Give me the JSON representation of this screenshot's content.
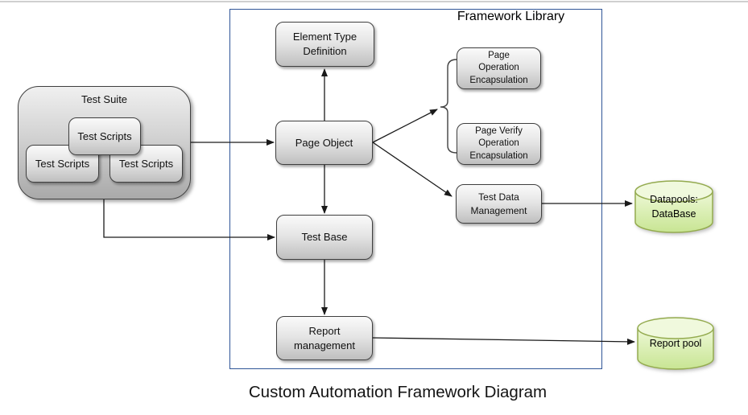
{
  "title": "Custom Automation Framework Diagram",
  "test_suite": {
    "label": "Test Suite",
    "scripts": [
      "Test Scripts",
      "Test Scripts",
      "Test Scripts"
    ]
  },
  "framework_library": {
    "label": "Framework Library",
    "nodes": {
      "element_type_definition": {
        "lines": [
          "Element Type",
          "Definition"
        ]
      },
      "page_object": {
        "label": "Page Object"
      },
      "test_base": {
        "label": "Test Base"
      },
      "report_management": {
        "lines": [
          "Report",
          "management"
        ]
      },
      "page_operation_encapsulation": {
        "lines": [
          "Page",
          "Operation",
          "Encapsulation"
        ]
      },
      "page_verify_operation_encapsulation": {
        "lines": [
          "Page Verify",
          "Operation",
          "Encapsulation"
        ]
      },
      "test_data_management": {
        "lines": [
          "Test Data",
          "Management"
        ]
      }
    }
  },
  "datastores": {
    "datapools": {
      "lines": [
        "Datapools:",
        "DataBase"
      ]
    },
    "report_pool": {
      "label": "Report pool"
    }
  },
  "connections": [
    {
      "from": "test-suite",
      "to": "page-object"
    },
    {
      "from": "test-suite",
      "to": "test-base"
    },
    {
      "from": "page-object",
      "to": "element-type-definition"
    },
    {
      "from": "page-object",
      "to": "test-base"
    },
    {
      "from": "page-object",
      "to": "page-operation-encapsulation"
    },
    {
      "from": "page-object",
      "to": "page-verify-operation-encapsulation"
    },
    {
      "from": "page-object",
      "to": "test-data-management"
    },
    {
      "from": "test-base",
      "to": "report-management"
    },
    {
      "from": "test-data-management",
      "to": "datapools-database"
    },
    {
      "from": "report-management",
      "to": "report-pool"
    }
  ],
  "colors": {
    "library_border": "#2F5597",
    "node_border": "#3F3F3F",
    "cylinder_border": "#94AB4F",
    "cylinder_fill_top": "#F0F9DD",
    "cylinder_fill_bottom": "#C8E593",
    "arrow": "#1A1A1A"
  }
}
